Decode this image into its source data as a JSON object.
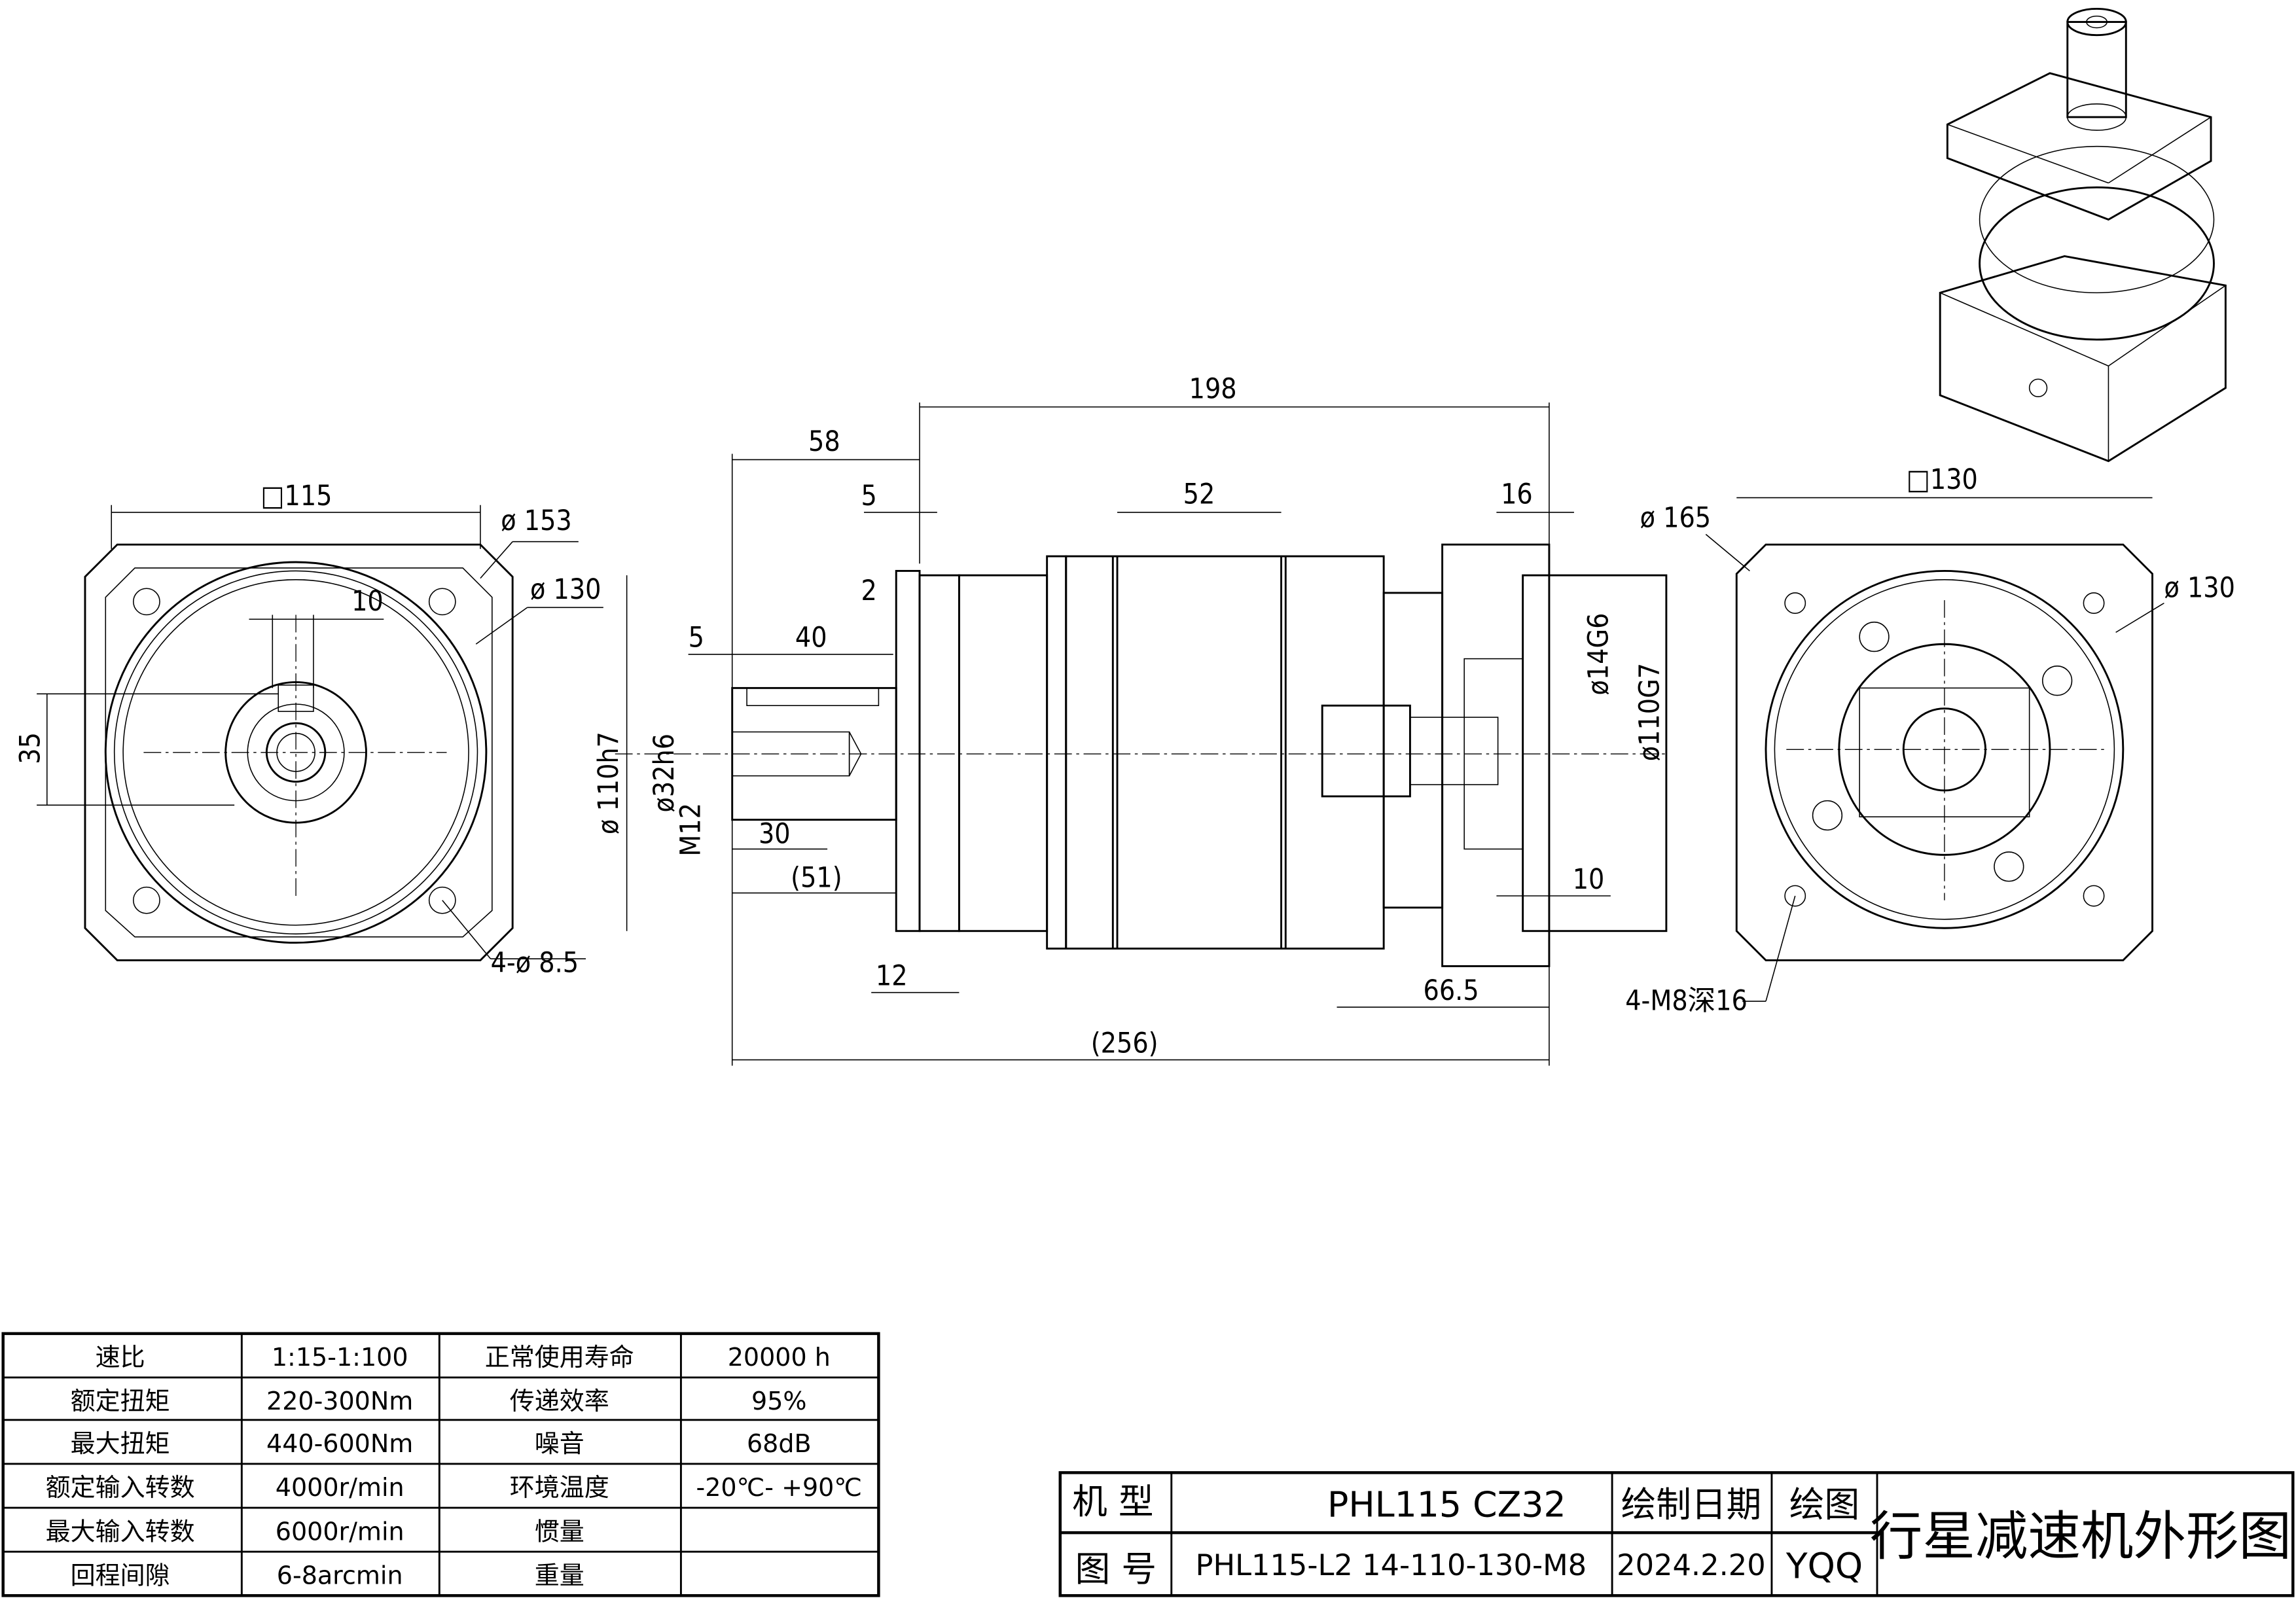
{
  "dimensions": {
    "left_view": {
      "square": "□115",
      "dia_outer": "ø 153",
      "dia_pcd": "ø 130",
      "key_width": "10",
      "shaft_height": "35",
      "holes": "4-ø 8.5"
    },
    "side_view": {
      "length_198": "198",
      "length_58": "58",
      "length_5a": "5",
      "length_52": "52",
      "length_16": "16",
      "length_2": "2",
      "length_5b": "5",
      "length_40": "40",
      "dia_110h7": "ø 110h7",
      "dia_32h6": "ø32h6",
      "thread": "M12",
      "length_30": "30",
      "length_51": "(51)",
      "length_12": "12",
      "length_256": "(256)",
      "length_66_5": "66.5",
      "length_10": "10",
      "dia_14G6": "ø14G6",
      "dia_110G7": "ø110G7"
    },
    "right_view": {
      "square": "□130",
      "dia_165": "ø 165",
      "dia_130": "ø 130",
      "holes": "4-M8深16"
    }
  },
  "spec_table": {
    "rows": [
      [
        "速比",
        "1:15-1:100",
        "正常使用寿命",
        "20000  h"
      ],
      [
        "额定扭矩",
        "220-300Nm",
        "传递效率",
        "95%"
      ],
      [
        "最大扭矩",
        "440-600Nm",
        "噪音",
        "68dB"
      ],
      [
        "额定输入转数",
        "4000r/min",
        "环境温度",
        "-20℃- +90℃"
      ],
      [
        "最大输入转数",
        "6000r/min",
        "惯量",
        ""
      ],
      [
        "回程间隙",
        "6-8arcmin",
        "重量",
        ""
      ]
    ]
  },
  "title_block": {
    "model_label": "机 型",
    "model_value": "PHL115  CZ32",
    "drawing_no_label": "图 号",
    "drawing_no_value": "PHL115-L2 14-110-130-M8",
    "date_label": "绘制日期",
    "date_value": "2024.2.20",
    "drawer_label": "绘图",
    "drawer_value": "YQQ",
    "title": "行星减速机外形图"
  }
}
